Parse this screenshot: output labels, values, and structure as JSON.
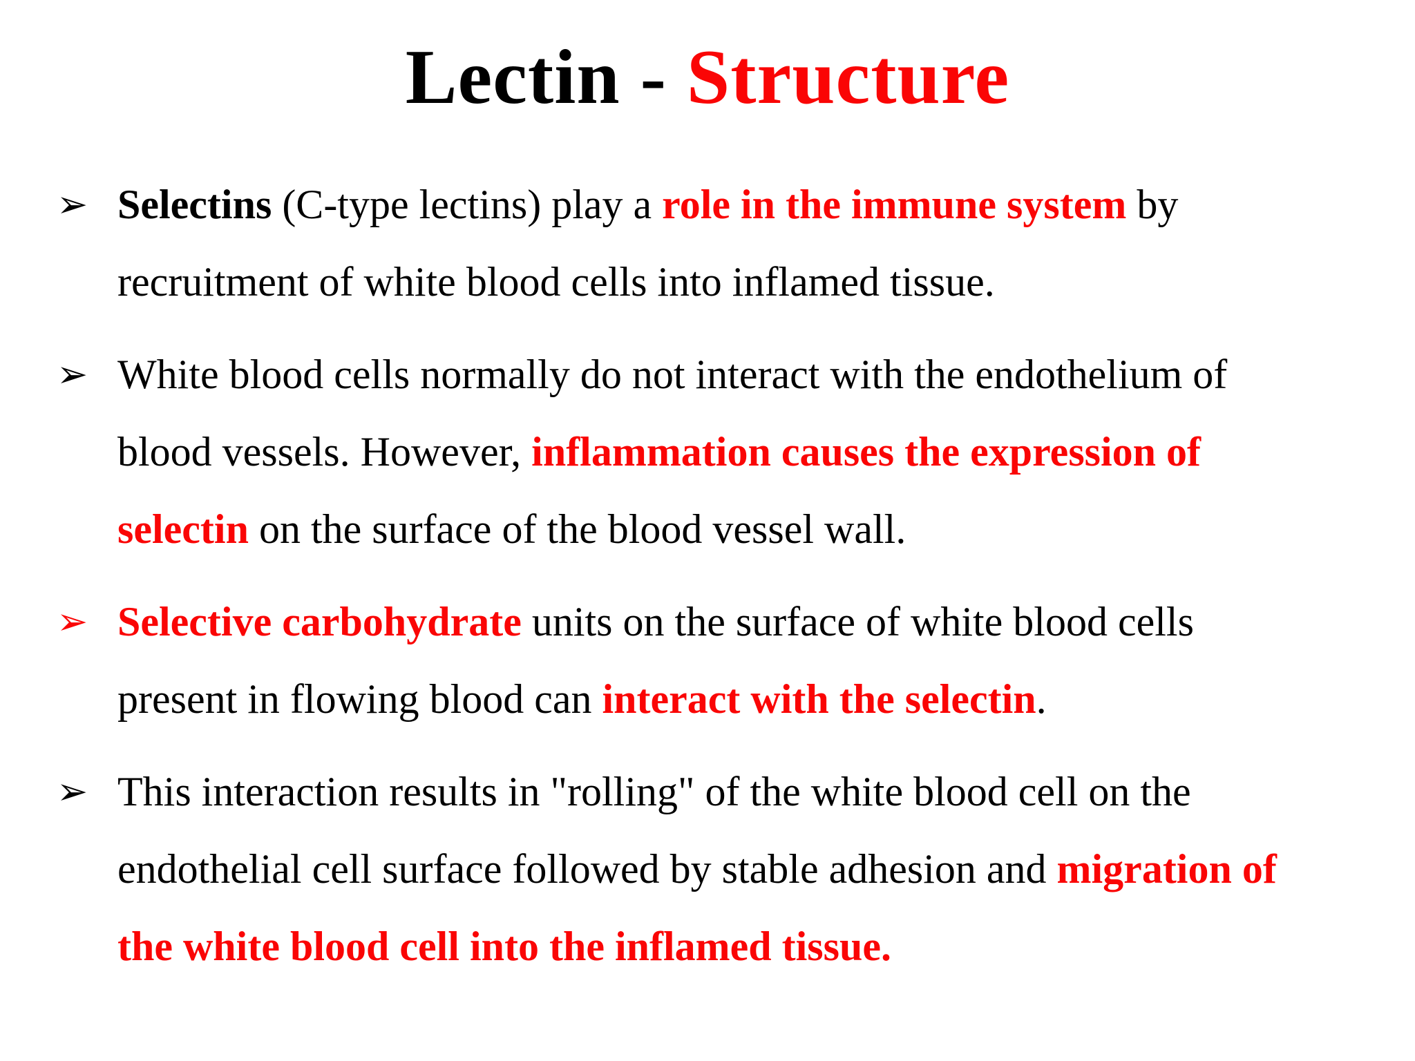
{
  "title": {
    "black_part": "Lectin - ",
    "red_part": "Structure"
  },
  "colors": {
    "accent_red": "#fa0505",
    "text_black": "#000000",
    "background": "#ffffff"
  },
  "bullet_glyph": "➢",
  "bullets": [
    {
      "marker": "black",
      "lines": [
        [
          {
            "text": "Selectins",
            "bold": true,
            "red": false
          },
          {
            "text": " (C-type lectins) play a ",
            "bold": false,
            "red": false
          },
          {
            "text": "role in the immune system",
            "bold": true,
            "red": true
          },
          {
            "text": " by",
            "bold": false,
            "red": false
          }
        ],
        [
          {
            "text": "recruitment of white blood cells into inflamed tissue.",
            "bold": false,
            "red": false
          }
        ]
      ]
    },
    {
      "marker": "black",
      "lines": [
        [
          {
            "text": "White blood cells normally do not interact with the endothelium of",
            "bold": false,
            "red": false
          }
        ],
        [
          {
            "text": "blood vessels. However, ",
            "bold": false,
            "red": false
          },
          {
            "text": "inflammation causes the expression of",
            "bold": true,
            "red": true
          }
        ],
        [
          {
            "text": "selectin",
            "bold": true,
            "red": true
          },
          {
            "text": " on the surface of the blood vessel wall.",
            "bold": false,
            "red": false
          }
        ]
      ]
    },
    {
      "marker": "red",
      "lines": [
        [
          {
            "text": "Selective carbohydrate",
            "bold": true,
            "red": true
          },
          {
            "text": " units on the surface of white blood cells",
            "bold": false,
            "red": false
          }
        ],
        [
          {
            "text": "present in flowing blood can ",
            "bold": false,
            "red": false
          },
          {
            "text": "interact with the selectin",
            "bold": true,
            "red": true
          },
          {
            "text": ".",
            "bold": false,
            "red": false
          }
        ]
      ]
    },
    {
      "marker": "black",
      "lines": [
        [
          {
            "text": "This interaction results in \"rolling\" of the white blood cell on the",
            "bold": false,
            "red": false
          }
        ],
        [
          {
            "text": "endothelial cell surface followed by stable adhesion and ",
            "bold": false,
            "red": false
          },
          {
            "text": "migration of",
            "bold": true,
            "red": true
          }
        ],
        [
          {
            "text": "the white blood cell into the inflamed tissue.",
            "bold": true,
            "red": true
          }
        ]
      ]
    }
  ]
}
